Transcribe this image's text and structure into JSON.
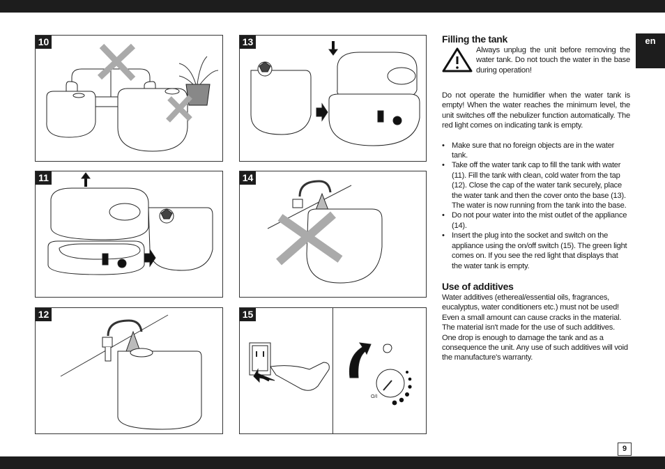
{
  "language_tab": "en",
  "page_number": "9",
  "panels": [
    {
      "num": "10"
    },
    {
      "num": "11"
    },
    {
      "num": "12"
    },
    {
      "num": "13"
    },
    {
      "num": "14"
    },
    {
      "num": "15"
    }
  ],
  "switch_label": "O/I",
  "filling": {
    "heading": "Filling the tank",
    "warning": "Always unplug the unit before removing the water tank. Do not touch the water in the base during operation!",
    "paragraph": "Do not operate the humidifier when the water tank is empty! When the water reaches the minimum level, the unit switches off the nebulizer function automatically. The red light comes on indicating tank is empty.",
    "bullets": [
      "Make sure that no foreign objects are in the water tank.",
      "Take off the water tank cap to fill the tank with water (11). Fill the tank with clean, cold water from the tap (12). Close the cap of the water tank securely, place the water tank and then the cover onto the base (13). The water is now running from the tank into the base.",
      "Do not pour water into the mist outlet of the appliance (14).",
      "Insert the plug into the socket and switch on the appliance using the on/off switch (15). The green light comes on. If you see the red light that displays that the water tank is empty."
    ]
  },
  "additives": {
    "heading": "Use of additives",
    "text": "Water additives (ethereal/essential oils, fragrances, eucalyptus, water conditioners etc.) must not be used! Even a small amount can cause cracks in the material. The material isn't made for the use of such additives. One drop is enough to damage the tank and as a consequence the unit. Any use of such additives will void the manufacture's warranty."
  }
}
